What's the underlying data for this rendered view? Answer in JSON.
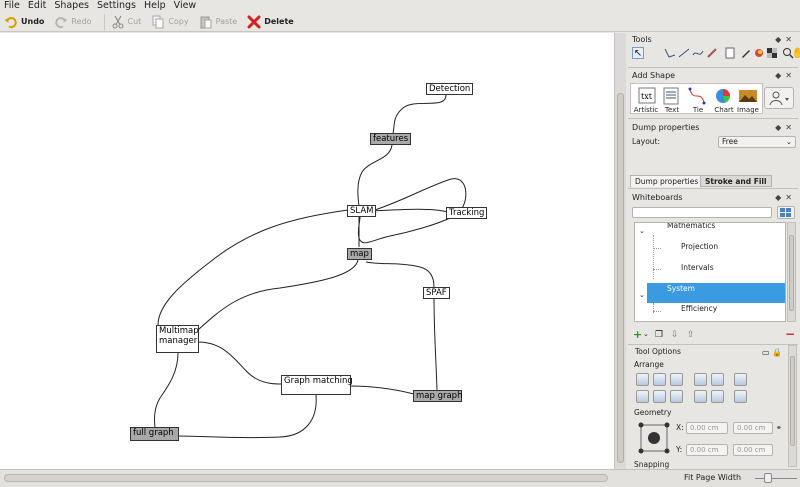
{
  "menu": [
    "File",
    "Edit",
    "Shapes",
    "Settings",
    "Help",
    "View"
  ],
  "toolbar": {
    "undo": "Undo",
    "redo": "Redo",
    "cut": "Cut",
    "copy": "Copy",
    "paste": "Paste",
    "delete": "Delete"
  },
  "canvas": {
    "nodes": {
      "detection": "Detection",
      "features": "features",
      "slam": "SLAM",
      "tracking": "Tracking",
      "map": "map",
      "spaf": "SPAF",
      "multimap": "Multimap\nmanager",
      "graph_matching": "Graph matching",
      "map_graph": "map graph",
      "full_graph": "full graph"
    }
  },
  "docker": {
    "tools": {
      "title": "Tools"
    },
    "add_shape": {
      "title": "Add Shape",
      "items": [
        "Artistic",
        "Text",
        "Tie",
        "Chart",
        "Image"
      ]
    },
    "dump_properties": {
      "title": "Dump properties",
      "layout_label": "Layout:",
      "layout_value": "Free"
    },
    "tabs": [
      "Dump properties",
      "Stroke and Fill"
    ],
    "whiteboards": {
      "title": "Whiteboards",
      "search_value": "",
      "items": [
        "Mathematics",
        "Projection",
        "Intervals",
        "System",
        "Efficiency"
      ],
      "selected": "System"
    },
    "tool_options": {
      "title": "Tool Options",
      "arrange": "Arrange",
      "geometry": "Geometry",
      "x_label": "X:",
      "y_label": "Y:",
      "x_value": "0.00 cm",
      "x2_value": "0.00 cm",
      "y_value": "0.00 cm",
      "y2_value": "0.00 cm",
      "snapping": "Snapping"
    }
  },
  "status": {
    "zoom": "Fit Page Width"
  },
  "colors": {
    "selection": "#3a9be0",
    "node_dark": "#a9a9a9",
    "delete_red": "#d42020"
  }
}
